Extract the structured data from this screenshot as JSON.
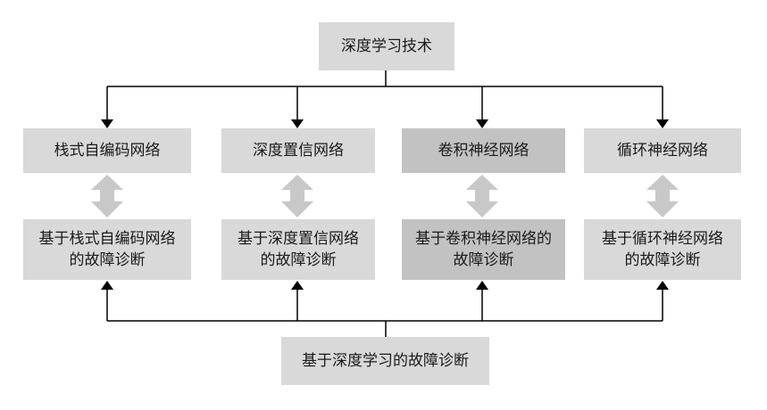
{
  "diagram": {
    "root": "深度学习技术",
    "bottom": "基于深度学习的故障诊断",
    "networks": [
      {
        "name": "栈式自编码网络",
        "diagnosis": "基于栈式自编码网络\n的故障诊断"
      },
      {
        "name": "深度置信网络",
        "diagnosis": "基于深度置信网络\n的故障诊断"
      },
      {
        "name": "卷积神经网络",
        "diagnosis": "基于卷积神经网络的\n故障诊断"
      },
      {
        "name": "循环神经网络",
        "diagnosis": "基于循环神经网络\n的故障诊断"
      }
    ],
    "colors": {
      "box": "#d9d9d9",
      "box_highlight": "#c2c2c2",
      "arrow_double": "#c8c8c8",
      "line": "#000000"
    }
  }
}
